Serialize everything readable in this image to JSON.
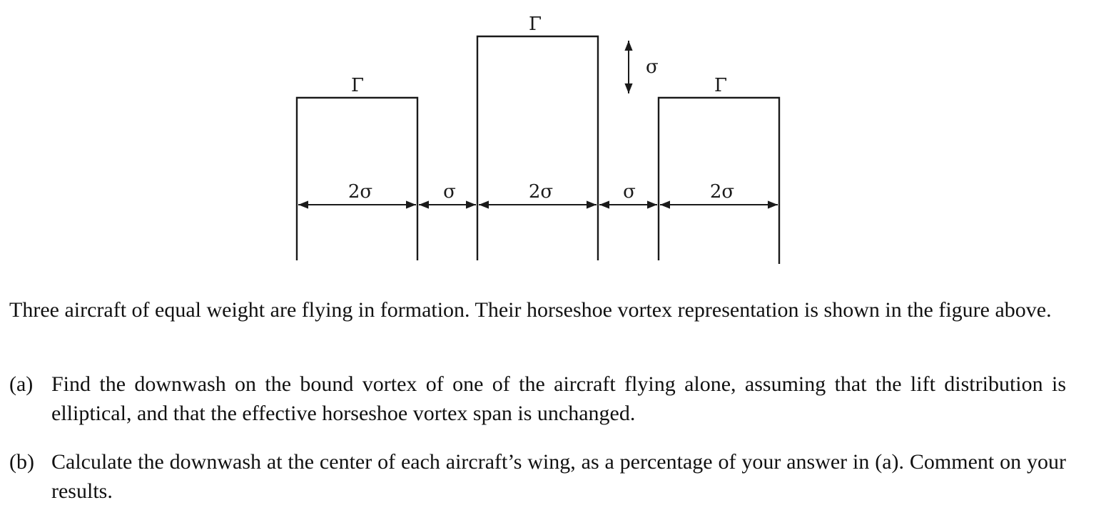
{
  "figure": {
    "circulation_label": "Γ",
    "wing_span_label": "2σ",
    "gap_label": "σ",
    "height_offset_label": "σ"
  },
  "intro": {
    "text": "Three aircraft of equal weight are flying in formation. Their horseshoe vortex representation is shown in the figure above."
  },
  "questions": [
    {
      "marker": "(a)",
      "text": "Find the downwash on the bound vortex of one of the aircraft flying alone, assuming that the lift distribution is elliptical, and that the effective horseshoe vortex span is unchanged."
    },
    {
      "marker": "(b)",
      "text": "Calculate the downwash at the center of each aircraft’s wing, as a percentage of your answer in (a). Comment on your results."
    }
  ]
}
